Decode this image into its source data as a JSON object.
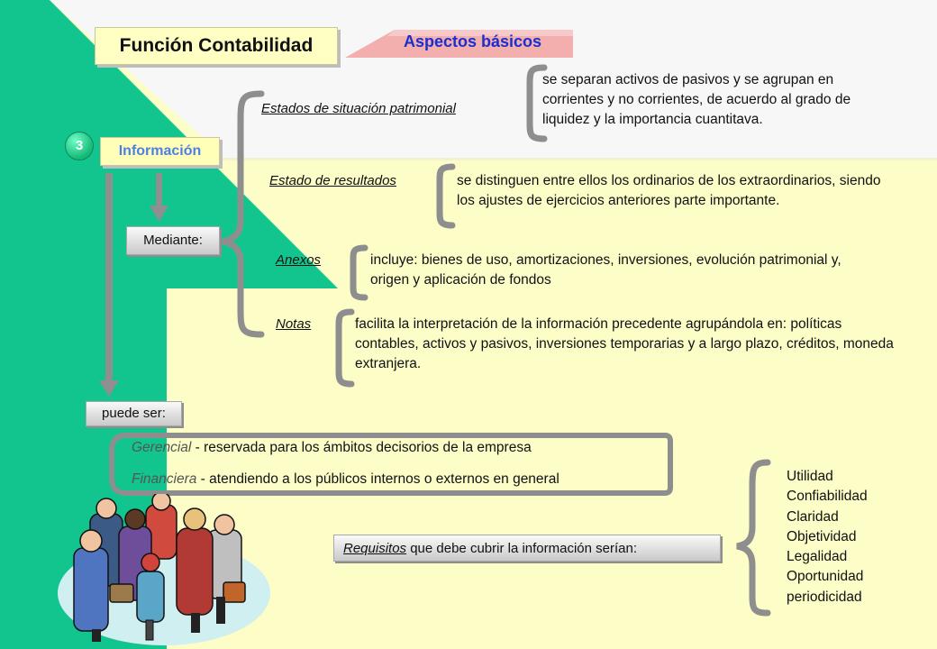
{
  "title": "Función Contabilidad",
  "ribbon": "Aspectos básicos",
  "badge": "3",
  "info_label": "Información",
  "mediante_label": "Mediante:",
  "statements": [
    {
      "heading": "Estados de situación patrimonial",
      "text": "se separan activos de pasivos y se agrupan en corrientes y no corrientes, de acuerdo al grado de liquidez y la importancia cuantitava."
    },
    {
      "heading": "Estado de resultados",
      "text": "se distinguen entre ellos los ordinarios de los extraordinarios, siendo los ajustes de ejercicios anteriores parte importante."
    },
    {
      "heading": "Anexos",
      "text": "incluye: bienes de uso, amortizaciones, inversiones, evolución patrimonial y, origen y aplicación de fondos"
    },
    {
      "heading": "Notas",
      "text": "facilita la interpretación de la información precedente agrupándola en: políticas contables, activos y pasivos, inversiones temporarias y a largo plazo, créditos, moneda extranjera."
    }
  ],
  "puede_label": "puede ser:",
  "types": [
    {
      "name": "Gerencial",
      "text": " - reservada para los ámbitos decisorios de la empresa"
    },
    {
      "name": "Financiera",
      "text": " - atendiendo a los públicos internos o externos en general"
    }
  ],
  "requisitos": {
    "keyword": "Requisitos",
    "text": " que debe cubrir la información serían:"
  },
  "requirements": [
    "Utilidad",
    "Confiabilidad",
    "Claridad",
    "Objetividad",
    "Legalidad",
    "Oportunidad",
    "periodicidad"
  ]
}
